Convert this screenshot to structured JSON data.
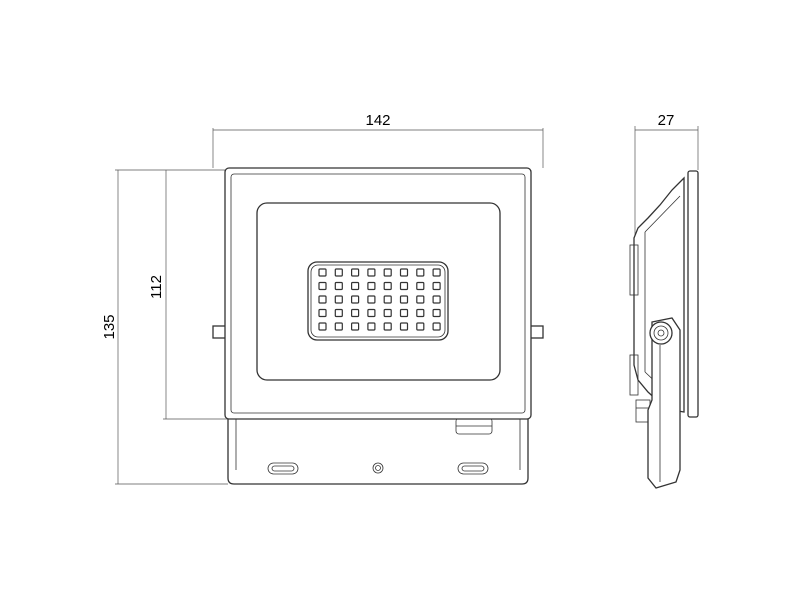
{
  "dimensions": {
    "width_label": "142",
    "height_overall_label": "135",
    "height_body_label": "112",
    "depth_label": "27"
  },
  "led_array": {
    "columns": 8,
    "rows": 5
  },
  "colors": {
    "line": "#333333",
    "dimension_line": "#555555",
    "background": "#ffffff"
  }
}
